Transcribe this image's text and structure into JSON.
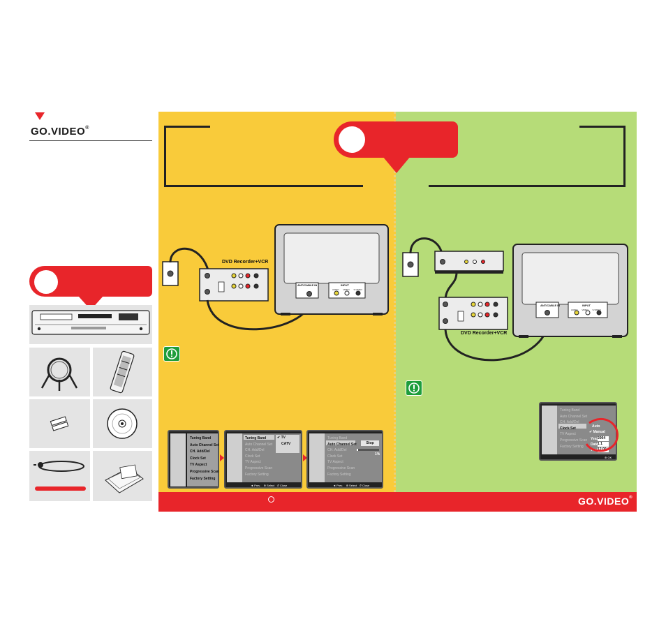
{
  "brand": {
    "logo_text": "GO.VIDEO",
    "trademark": "®",
    "accent": "#e8252a"
  },
  "colors": {
    "left_panel": "#f9cb3a",
    "right_panel": "#b6dc78",
    "bottom_bar": "#e8252a",
    "notice": "#1e9d3c"
  },
  "diagram_left": {
    "device_label": "DVD Recorder+VCR",
    "tv_antenna_label": "ANT/CABLE IN",
    "tv_input_label": "INPUT",
    "tv_jacks": [
      "AUDIO",
      "VIDEO",
      "S-VIDEO"
    ]
  },
  "diagram_right": {
    "device_label": "DVD Recorder+VCR",
    "tv_antenna_label": "ANT/CABLE IN",
    "tv_input_label": "INPUT",
    "tv_jacks": [
      "AUDIO",
      "VIDEO",
      "S-VIDEO"
    ]
  },
  "menus": {
    "main_items": [
      "Tuning Band",
      "Auto Channel Set",
      "CH. Add/Del",
      "Clock Set",
      "TV Aspect",
      "Progressive Scan",
      "Factory Setting"
    ],
    "screen2_options": [
      "TV",
      "CATV"
    ],
    "screen3_button": "Stop",
    "screen3_progress": "1%",
    "footer_prev": "Prev.",
    "footer_select": "Select",
    "footer_close": "Close",
    "clock": {
      "options": [
        "Auto",
        "Manual"
      ],
      "year_label": "Year",
      "year_value": "2004",
      "date_label": "Date",
      "date_value": "1 1",
      "time_label": "Time",
      "time_value": "12 00",
      "footer_ok": "OK"
    }
  }
}
